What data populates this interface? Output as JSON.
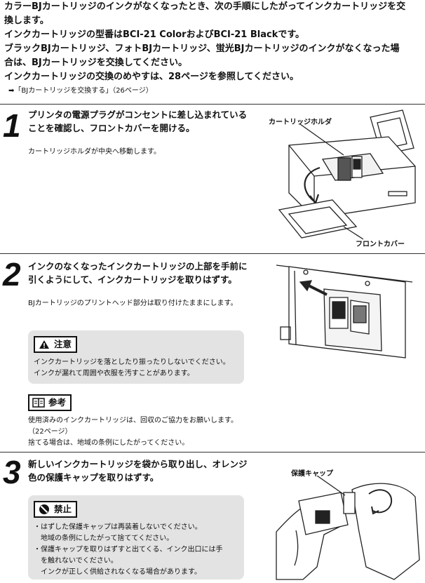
{
  "intro": {
    "lines": [
      "カラーBJカートリッジのインクがなくなったとき、次の手順にしたがってインクカートリッジを交",
      "換します。",
      "インクカートリッジの型番はBCI-21 ColorおよびBCI-21 Blackです。",
      "ブラックBJカートリッジ、フォトBJカートリッジ、蛍光BJカートリッジのインクがなくなった場",
      "合は、BJカートリッジを交換してください。",
      "インクカートリッジの交換のめやすは、28ページを参照してください。"
    ],
    "reference": "➡「BJカートリッジを交換する」（26ページ）"
  },
  "steps": [
    {
      "number": "1",
      "title": "プリンタの電源プラグがコンセントに差し込まれていることを確認し、フロントカバーを開ける。",
      "note": "カートリッジホルダが中央へ移動します。",
      "callouts": {
        "holder": "カートリッジホルダ",
        "cover": "フロントカバー"
      }
    },
    {
      "number": "2",
      "title": "インクのなくなったインクカートリッジの上部を手前に引くようにして、インクカートリッジを取りはずす。",
      "note": "BJカートリッジのプリントヘッド部分は取り付けたままにします。",
      "caution": {
        "label": "注意",
        "icon": "warning-triangle-icon",
        "lines": [
          "インクカートリッジを落としたり振ったりしないでください。",
          "インクが漏れて周囲や衣服を汚すことがあります。"
        ]
      },
      "reference_box": {
        "label": "参考",
        "icon": "book-icon",
        "lines": [
          "使用済みのインクカートリッジは、回収のご協力をお願いします。",
          "（22ページ）",
          "捨てる場合は、地域の条例にしたがってください。"
        ]
      }
    },
    {
      "number": "3",
      "title": "新しいインクカートリッジを袋から取り出し、オレンジ色の保護キャップを取りはずす。",
      "callouts": {
        "cap": "保護キャップ"
      },
      "prohibition": {
        "label": "禁止",
        "icon": "prohibition-icon",
        "lines": [
          "・はずした保護キャップは再装着しないでください。",
          "　地域の条例にしたがって捨ててください。",
          "・保護キャップを取りはずすと出てくる、インク出口には手",
          "　を触れないでください。",
          "　インクが正しく供給されなくなる場合があります。"
        ]
      }
    }
  ]
}
